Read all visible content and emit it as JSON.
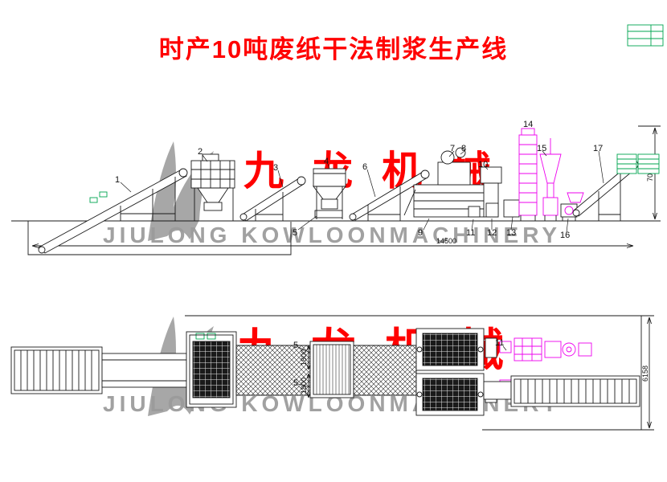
{
  "title": {
    "text": "时产10吨废纸干法制浆生产线"
  },
  "watermarks": {
    "cn": "九龙机械",
    "en": "JIULONG KOWLOONMACHINERY"
  },
  "colors": {
    "title_red": "#ff0000",
    "drawing_line": "#1a1a1a",
    "magenta_equipment": "#ee00ee",
    "green_accent": "#00a650",
    "watermark_gray": "#9a9a9a"
  },
  "side_view": {
    "dim_length": "14500",
    "dim_height": "7000",
    "callouts": [
      "1",
      "2",
      "3",
      "4",
      "5",
      "6",
      "7",
      "8",
      "9",
      "10",
      "11",
      "12",
      "13",
      "14",
      "15",
      "16",
      "17"
    ]
  },
  "plan_view": {
    "dim_width": "6158",
    "dim_belt_top": "1800",
    "dim_belt_bottom": "1800",
    "callouts": [
      "5",
      "5",
      "11"
    ]
  }
}
